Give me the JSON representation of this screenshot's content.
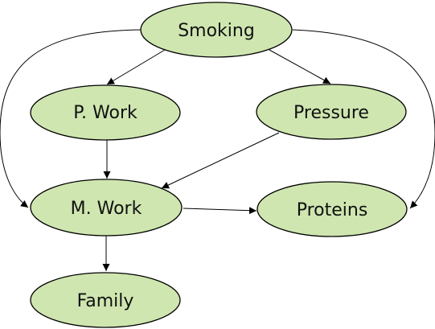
{
  "colors": {
    "node_fill": "#cfe6b0",
    "edge": "#000000"
  },
  "nodes": [
    {
      "id": "smoking",
      "label": "Smoking"
    },
    {
      "id": "p-work",
      "label": "P. Work"
    },
    {
      "id": "pressure",
      "label": "Pressure"
    },
    {
      "id": "m-work",
      "label": "M. Work"
    },
    {
      "id": "proteins",
      "label": "Proteins"
    },
    {
      "id": "family",
      "label": "Family"
    }
  ],
  "edges": [
    {
      "from": "smoking",
      "to": "p-work"
    },
    {
      "from": "smoking",
      "to": "pressure"
    },
    {
      "from": "smoking",
      "to": "m-work"
    },
    {
      "from": "smoking",
      "to": "proteins"
    },
    {
      "from": "p-work",
      "to": "m-work"
    },
    {
      "from": "pressure",
      "to": "m-work"
    },
    {
      "from": "m-work",
      "to": "proteins"
    },
    {
      "from": "m-work",
      "to": "family"
    }
  ]
}
